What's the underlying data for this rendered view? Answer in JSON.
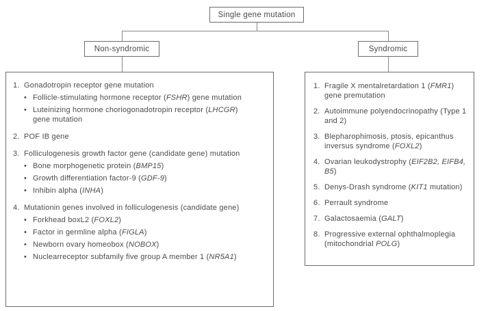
{
  "colors": {
    "background": "#ffffff",
    "box_border": "#6b6b6b",
    "connector_line": "#878787",
    "text": "#4a4a4a"
  },
  "tree": {
    "root_label": "Single gene mutation",
    "left_branch_label": "Non-syndromic",
    "right_branch_label": "Syndromic"
  },
  "non_syndromic": {
    "items": [
      {
        "num": "1.",
        "text": [
          "Gonadotropin receptor gene mutation"
        ],
        "bullets": [
          [
            "Follicle-stimulating hormone receptor (",
            {
              "i": "FSHR"
            },
            ") gene mutation"
          ],
          [
            "Luteinizing hormone choriogonadotropin receptor (",
            {
              "i": "LHCGR"
            },
            ") gene mutation"
          ]
        ]
      },
      {
        "num": "2.",
        "text": [
          "POF IB gene"
        ],
        "bullets": []
      },
      {
        "num": "3.",
        "text": [
          "Folliculogenesis growth factor gene (candidate gene) mutation"
        ],
        "bullets": [
          [
            "Bone morphogenetic protein (",
            {
              "i": "BMP15"
            },
            ")"
          ],
          [
            "Growth differentiation factor-9 (",
            {
              "i": "GDF-9"
            },
            ")"
          ],
          [
            "Inhibin alpha (",
            {
              "i": "INHA"
            },
            ")"
          ]
        ]
      },
      {
        "num": "4.",
        "text": [
          "Mutationin genes involved in folliculogenesis (candidate gene)"
        ],
        "bullets": [
          [
            "Forkhead boxL2 (",
            {
              "i": "FOXL2"
            },
            ")"
          ],
          [
            "Factor in germline alpha (",
            {
              "i": "FIGLA"
            },
            ")"
          ],
          [
            "Newborn ovary homeobox (",
            {
              "i": "NOBOX"
            },
            ")"
          ],
          [
            "Nuclearreceptor subfamily five group A member 1 (",
            {
              "i": "NR5A1"
            },
            ")"
          ]
        ]
      }
    ]
  },
  "syndromic": {
    "items": [
      {
        "num": "1.",
        "text": [
          "Fragile X mentalretardation 1 (",
          {
            "i": "FMR1"
          },
          ") gene premutation"
        ],
        "bullets": []
      },
      {
        "num": "2.",
        "text": [
          "Autoimmune polyendocrinopathy (Type 1 and 2)"
        ],
        "bullets": []
      },
      {
        "num": "3.",
        "text": [
          "Blepharophimosis, ptosis, epicanthus inversus syndrome (",
          {
            "i": "FOXL2"
          },
          ")"
        ],
        "bullets": []
      },
      {
        "num": "4.",
        "text": [
          "Ovarian leukodystrophy (",
          {
            "i": "EIF2B2, EIFB4, B5"
          },
          ")"
        ],
        "bullets": []
      },
      {
        "num": "5.",
        "text": [
          "Denys-Drash syndrome (",
          {
            "i": "KIT1"
          },
          " mutation)"
        ],
        "bullets": []
      },
      {
        "num": "6.",
        "text": [
          "Perrault syndrome"
        ],
        "bullets": []
      },
      {
        "num": "7.",
        "text": [
          "Galactosaemia (",
          {
            "i": "GALT"
          },
          ")"
        ],
        "bullets": []
      },
      {
        "num": "8.",
        "text": [
          "Progressive external ophthalmoplegia (mitochondrial ",
          {
            "i": "POLG"
          },
          ")"
        ],
        "bullets": []
      }
    ]
  },
  "icons": {
    "bullet": "•"
  }
}
